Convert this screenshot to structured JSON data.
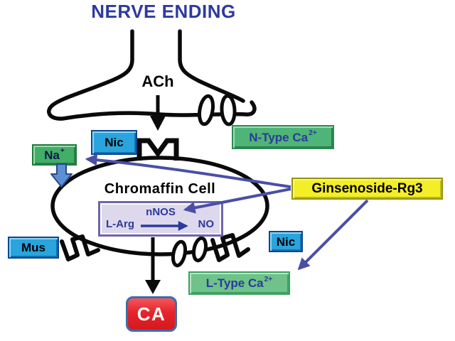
{
  "title": "NERVE ENDING",
  "nerve_ending": {
    "transmitter_label": "ACh"
  },
  "receptors": {
    "nicotinic_top": "Nic",
    "nicotinic_right": "Nic",
    "muscarinic": "Mus"
  },
  "channels": {
    "sodium": {
      "base": "Na",
      "sup": "+"
    },
    "n_type_calcium": {
      "base": "N-Type Ca",
      "sup": "2+"
    },
    "l_type_calcium": {
      "base": "L-Type Ca",
      "sup": "2+"
    }
  },
  "cell": {
    "name": "Chromaffin Cell",
    "enzyme": "nNOS",
    "substrate": "L-Arg",
    "product": "NO",
    "secretion_output": "CA"
  },
  "compound": "Ginsenoside-Rg3",
  "colors": {
    "title_text": "#2e3aa0",
    "blue_label_text": "#2b3a9b",
    "receptor_badge_blue": "#2aa4dd",
    "channel_badge_green": "#4fb477",
    "sodium_badge_green": "#42ae66",
    "l_type_badge_green": "#6fc28a",
    "compound_badge_yellow": "#f3ee27",
    "enzyme_box_lavender": "#ded8ec",
    "ca_badge_red": "#e8232a",
    "ca_badge_border": "#3a6fae",
    "inhibition_arrow_purple": "#4a4fa5",
    "outline_black": "#0a0a0a"
  }
}
